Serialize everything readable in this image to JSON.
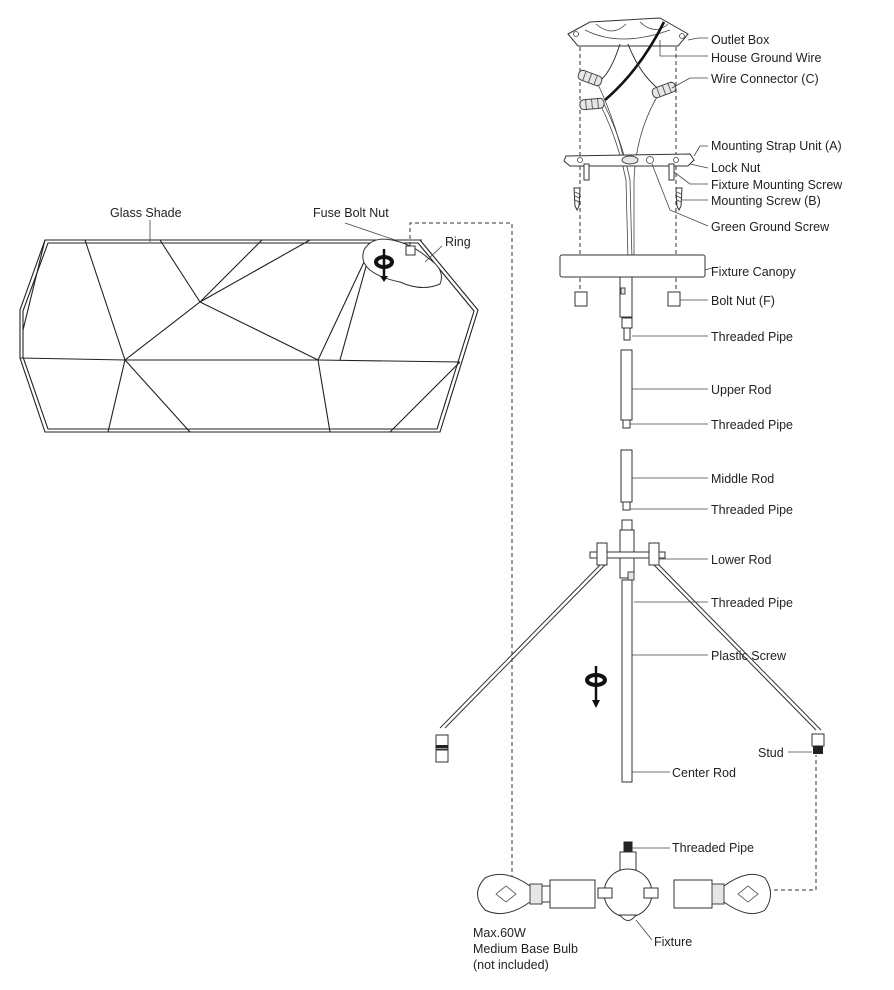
{
  "labels": {
    "glass_shade": "Glass Shade",
    "fuse_bolt_nut": "Fuse Bolt Nut",
    "ring": "Ring",
    "outlet_box": "Outlet  Box",
    "house_ground_wire": "House  Ground Wire",
    "wire_connector": "Wire Connector (C)",
    "mounting_strap_unit": "Mounting Strap Unit (A)",
    "lock_nut": "Lock Nut",
    "fixture_mounting_screw": "Fixture Mounting Screw",
    "mounting_screw": "Mounting Screw (B)",
    "green_ground_screw": "Green Ground Screw",
    "fixture_canopy": "Fixture Canopy",
    "bolt_nut": "Bolt Nut (F)",
    "threaded_pipe_1": "Threaded Pipe",
    "upper_rod": "Upper Rod",
    "threaded_pipe_2": "Threaded Pipe",
    "middle_rod": "Middle Rod",
    "threaded_pipe_3": "Threaded Pipe",
    "lower_rod": "Lower Rod",
    "threaded_pipe_4": "Threaded Pipe",
    "plastic_screw": "Plastic Screw",
    "stud": "Stud",
    "center_rod": "Center Rod",
    "threaded_pipe_5": "Threaded Pipe",
    "fixture": "Fixture",
    "bulb_line1": "Max.60W",
    "bulb_line2": "Medium Base Bulb",
    "bulb_line3": "(not included)"
  },
  "colors": {
    "line": "#333333",
    "wire": "#111111",
    "text": "#222222"
  },
  "icons": {
    "rotate": "rotate-arrow-icon"
  }
}
